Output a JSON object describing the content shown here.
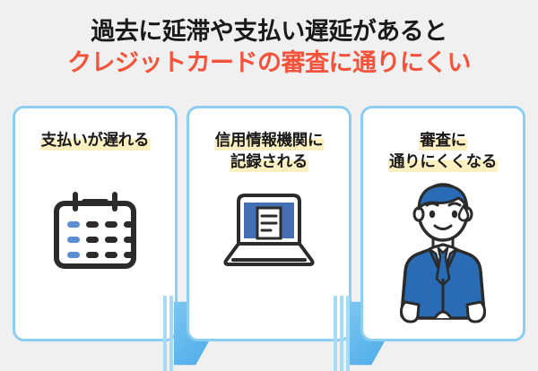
{
  "heading": {
    "line1": "過去に延滞や支払い遅延があると",
    "line2": "クレジットカードの審査に通りにくい",
    "line1_color": "#1a1a1a",
    "line2_color": "#f4523b"
  },
  "colors": {
    "background": "#f0f0f0",
    "panel_border": "#8ccdf2",
    "panel_fill": "#ffffff",
    "highlight": "#fdf0c0",
    "arrow_blue": "#49a9e8",
    "arrow_bar": "#a7daf5",
    "icon_dark": "#2b2b2b",
    "icon_blue": "#5b8fd1",
    "suit_blue": "#2a6bb5"
  },
  "steps": [
    {
      "id": "step-payment-late",
      "caption_lines": [
        "支払いが遅れる"
      ],
      "icon": "calendar-icon"
    },
    {
      "id": "step-credit-bureau-record",
      "caption_lines": [
        "信用情報機関に",
        "記録される"
      ],
      "icon": "laptop-document-icon"
    },
    {
      "id": "step-screening-difficult",
      "caption_lines": [
        "審査に",
        "通りにくくなる"
      ],
      "icon": "worried-businessman-icon"
    }
  ]
}
